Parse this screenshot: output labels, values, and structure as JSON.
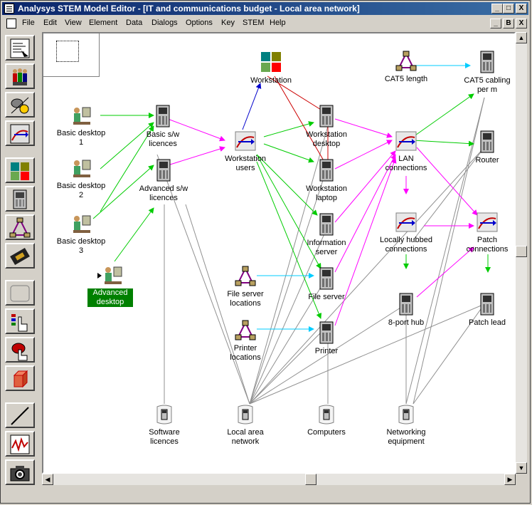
{
  "window": {
    "title": "Analysys STEM Model Editor - [IT and communications budget - Local area network]",
    "controls": [
      "_",
      "□",
      "X"
    ],
    "mdi_controls": [
      "_",
      "B",
      "X"
    ]
  },
  "menu": [
    {
      "label": "File",
      "mnemonic": "F"
    },
    {
      "label": "Edit",
      "mnemonic": "E"
    },
    {
      "label": "View",
      "mnemonic": "V"
    },
    {
      "label": "Element",
      "mnemonic": "E"
    },
    {
      "label": "Data",
      "mnemonic": "D"
    },
    {
      "label": "Dialogs",
      "mnemonic": "i"
    },
    {
      "label": "Options",
      "mnemonic": "O"
    },
    {
      "label": "Key",
      "mnemonic": "K"
    },
    {
      "label": "STEM",
      "mnemonic": "S"
    },
    {
      "label": "Help",
      "mnemonic": "H"
    }
  ],
  "toolbar": [
    "editor-tool",
    "users-tool",
    "connect-tool",
    "transformation-tool",
    "functional-tool",
    "resource-tool",
    "location-tool",
    "chip-tool",
    "blank-tool",
    "hand-tool",
    "pick-tool",
    "collection-tool",
    "line-tool",
    "chart-tool",
    "camera-tool"
  ],
  "nodes": {
    "basic_desktop_1": "Basic desktop\n1",
    "basic_desktop_2": "Basic desktop\n2",
    "basic_desktop_3": "Basic desktop\n3",
    "advanced_desktop": "Advanced\ndesktop",
    "basic_sw": "Basic s/w\nlicences",
    "advanced_sw": "Advanced s/w\nlicences",
    "workstation": "Workstation",
    "workstation_users": "Workstation\nusers",
    "workstation_desktop": "Workstation\ndesktop",
    "workstation_laptop": "Workstation\nlaptop",
    "information_server": "Information\nserver",
    "file_server": "File server",
    "printer": "Printer",
    "file_server_locations": "File server\nlocations",
    "printer_locations": "Printer\nlocations",
    "cat5_length": "CAT5 length",
    "cat5_cabling": "CAT5 cabling\nper m",
    "lan_connections": "LAN\nconnections",
    "router": "Router",
    "locally_hubbed": "Locally hubbed\nconnections",
    "patch_connections": "Patch\nconnections",
    "hub_8port": "8-port hub",
    "patch_lead": "Patch lead",
    "software_licences": "Software\nlicences",
    "local_area_network": "Local area\nnetwork",
    "computers": "Computers",
    "networking_equipment": "Networking\nequipment"
  },
  "colors": {
    "title_start": "#0a246a",
    "title_end": "#3a6ea5",
    "selected": "#008000",
    "link_green": "#00cc00",
    "link_magenta": "#ff00ff",
    "link_cyan": "#00ccff",
    "link_red": "#cc0000",
    "link_blue": "#0000cc",
    "link_gray": "#808080"
  }
}
